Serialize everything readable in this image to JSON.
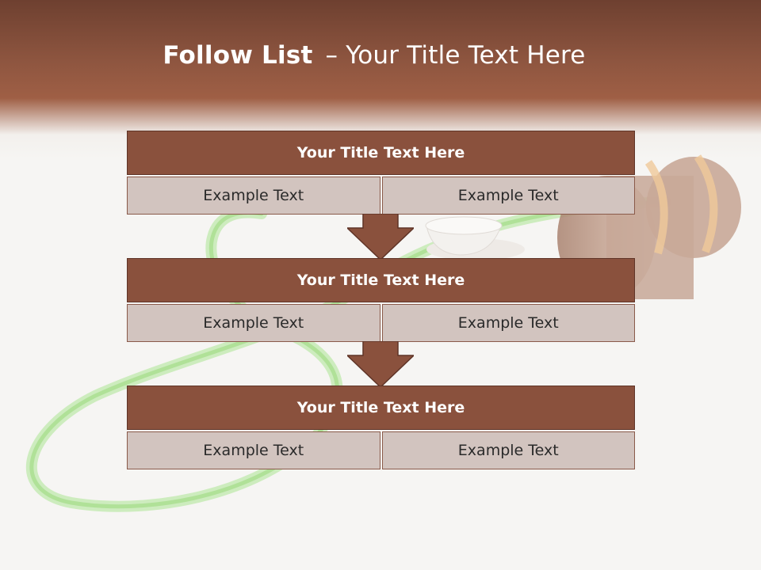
{
  "title": {
    "bold": "Follow List",
    "separator": "–",
    "rest": "Your Title Text Here"
  },
  "steps": [
    {
      "title": "Your Title Text Here",
      "cells": [
        "Example Text",
        "Example Text"
      ]
    },
    {
      "title": "Your Title Text Here",
      "cells": [
        "Example Text",
        "Example Text"
      ]
    },
    {
      "title": "Your Title Text Here",
      "cells": [
        "Example Text",
        "Example Text"
      ]
    }
  ],
  "colors": {
    "header_fill": "#8a513d",
    "cell_fill": "#d2c4bf",
    "arrow_fill": "#8a513d",
    "top_band": "#9f5f45"
  },
  "icons": [
    "down-arrow-icon",
    "down-arrow-icon"
  ]
}
